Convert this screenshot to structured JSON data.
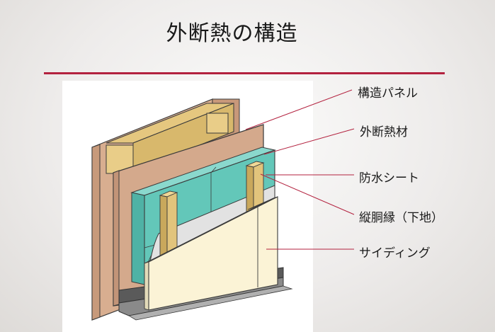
{
  "slide": {
    "title": "外断熱の構造",
    "accent_color": "#b3223f"
  },
  "callouts": {
    "structural_panel": "構造パネル",
    "exterior_insulation": "外断熱材",
    "waterproof_sheet": "防水シート",
    "furring_strip": "縦胴縁（下地）",
    "siding": "サイディング"
  },
  "colors": {
    "panel_wood": "#d4a98c",
    "stud_wood": "#e2c47c",
    "insulation": "#63c7b9",
    "sheet": "#d9d9d9",
    "siding": "#fbf3d6",
    "foundation": "#7a7a7a",
    "leader_line": "#b3223f"
  }
}
